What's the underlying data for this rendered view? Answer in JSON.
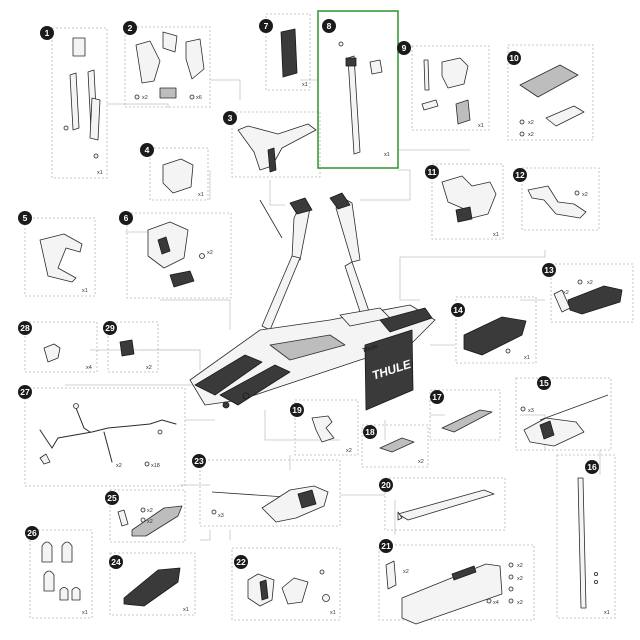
{
  "accent_color": "#3a9a3a",
  "badge_color": "#1b1b1b",
  "product": {
    "brand_plate": "THULE",
    "brand_small": "Thule"
  },
  "parts": [
    {
      "number": "1",
      "qty": [
        "x1"
      ]
    },
    {
      "number": "2",
      "qty": [
        "x2",
        "x6"
      ]
    },
    {
      "number": "3",
      "qty": []
    },
    {
      "number": "4",
      "qty": [
        "x1"
      ]
    },
    {
      "number": "5",
      "qty": [
        "x1"
      ]
    },
    {
      "number": "6",
      "qty": [
        "x2"
      ]
    },
    {
      "number": "7",
      "qty": [
        "x1"
      ]
    },
    {
      "number": "8",
      "qty": [
        "x1"
      ],
      "highlighted": true
    },
    {
      "number": "9",
      "qty": [
        "x1"
      ]
    },
    {
      "number": "10",
      "qty": [
        "x2",
        "x2"
      ]
    },
    {
      "number": "11",
      "qty": [
        "x1"
      ]
    },
    {
      "number": "12",
      "qty": [
        "x2"
      ]
    },
    {
      "number": "13",
      "qty": [
        "x2",
        "x2"
      ]
    },
    {
      "number": "14",
      "qty": [
        "x1"
      ]
    },
    {
      "number": "15",
      "qty": [
        "x3"
      ]
    },
    {
      "number": "16",
      "qty": [
        "x1"
      ]
    },
    {
      "number": "17",
      "qty": []
    },
    {
      "number": "18",
      "qty": [
        "x2"
      ]
    },
    {
      "number": "19",
      "qty": [
        "x2"
      ]
    },
    {
      "number": "20",
      "qty": []
    },
    {
      "number": "21",
      "qty": [
        "x2",
        "x2",
        "x2",
        "x4",
        "x2"
      ]
    },
    {
      "number": "22",
      "qty": [
        "x1"
      ]
    },
    {
      "number": "23",
      "qty": [
        "x3"
      ]
    },
    {
      "number": "24",
      "qty": [
        "x1"
      ]
    },
    {
      "number": "25",
      "qty": [
        "x2",
        "x2"
      ]
    },
    {
      "number": "26",
      "qty": [
        "x1"
      ]
    },
    {
      "number": "27",
      "qty": [
        "x2",
        "x18"
      ]
    },
    {
      "number": "28",
      "qty": [
        "x4"
      ]
    },
    {
      "number": "29",
      "qty": [
        "x2"
      ]
    }
  ]
}
